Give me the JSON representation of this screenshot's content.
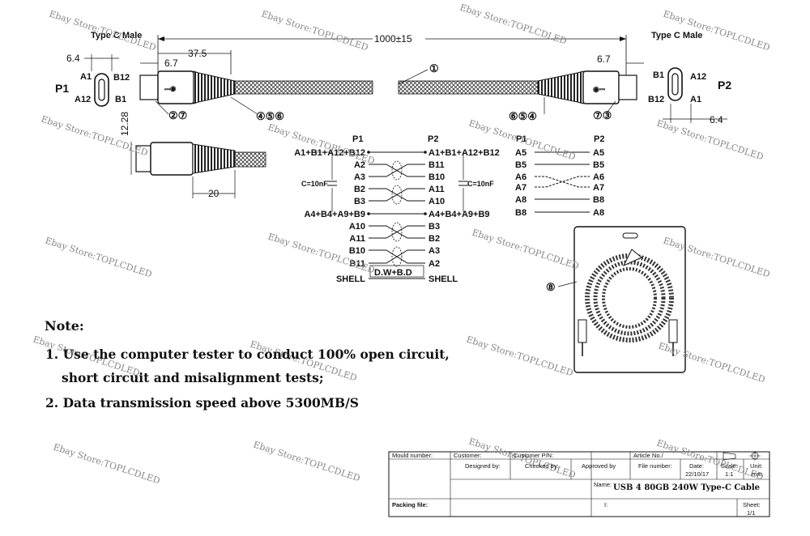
{
  "drawing": {
    "connector_left": {
      "title": "Type C Male",
      "label": "P1",
      "pins": [
        "A1",
        "B12",
        "A12",
        "B1"
      ],
      "dim_width": "6.4",
      "dim_offset": "6.7"
    },
    "connector_right": {
      "title": "Type C Male",
      "label": "P2",
      "pins": [
        "B1",
        "A12",
        "B12",
        "A1"
      ],
      "dim_width": "6.4",
      "dim_offset": "6.7"
    },
    "dim_length": "1000±15",
    "dim_37": "37.5",
    "dim_height": "12.28",
    "dim_20": "20",
    "callouts": {
      "cable": "①",
      "left_plug": "②⑦",
      "left_boot": "④⑤⑥",
      "right_boot": "⑥⑤④",
      "right_plug": "⑦③",
      "package": "⑧"
    },
    "wiring_main": {
      "p1_header": "P1",
      "p2_header": "P2",
      "p1_pins": [
        "A1+B1+A12+B12",
        "A2",
        "A3",
        "B2",
        "B3",
        "A4+B4+A9+B9",
        "A10",
        "A11",
        "B10",
        "B11",
        "SHELL"
      ],
      "p2_pins": [
        "A1+B1+A12+B12",
        "B11",
        "B10",
        "A11",
        "A10",
        "A4+B4+A9+B9",
        "B3",
        "B2",
        "A3",
        "A2",
        "SHELL"
      ],
      "cap_left": "C=10nF",
      "cap_right": "C=10nF",
      "drain": "D.W+B.D"
    },
    "wiring_aux": {
      "p1_header": "P1",
      "p2_header": "P2",
      "p1_pins": [
        "A5",
        "B5",
        "A6",
        "A7",
        "A8",
        "B8"
      ],
      "p2_pins": [
        "A5",
        "B5",
        "A6",
        "A7",
        "B8",
        "A8"
      ]
    }
  },
  "notes": {
    "heading": "Note:",
    "line1": "1. Use the computer tester to conduct 100% open circuit,",
    "line2": "short circuit and misalignment tests;",
    "line3": "2. Data transmission speed above 5300MB/S"
  },
  "title_block": {
    "mould_number": "Mould number:",
    "customer": "Customer:",
    "customer_pn": "Customer P/N:",
    "article_no": "Article No./",
    "designed_by": "Designed by:",
    "checked_by": "Checked by:",
    "approved_by": "Approved by",
    "file_number": "File number:",
    "date_label": "Date:",
    "date_value": "22/10/17",
    "scale_label": "Scale:",
    "scale_value": "1:1",
    "unit_label": "Unit:",
    "unit_value": "mm",
    "name_label": "Name:",
    "name_value": "USB 4 80GB 240W Type-C Cable",
    "packing_file": "Packing file:",
    "sheet_label": "Sheet:",
    "sheet_value": "1/1",
    "small_mark": "I:"
  },
  "watermark": "Ebay Store:TOPLCDLED"
}
